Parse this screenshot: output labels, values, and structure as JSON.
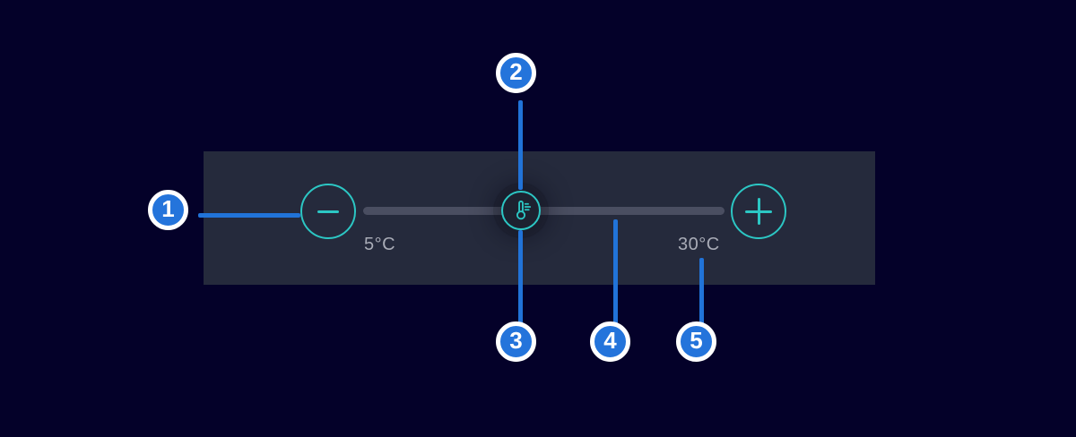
{
  "component": {
    "name": "temperature-slider",
    "min_label": "5°C",
    "max_label": "30°C"
  },
  "callouts": [
    {
      "number": "1",
      "target": "decrease-button"
    },
    {
      "number": "2",
      "target": "thermometer-handle-icon"
    },
    {
      "number": "3",
      "target": "slider-handle"
    },
    {
      "number": "4",
      "target": "slider-track"
    },
    {
      "number": "5",
      "target": "max-value-label"
    }
  ],
  "colors": {
    "background": "#040129",
    "panel": "#252a3c",
    "track": "#4a4e61",
    "accent_teal": "#2cc7c4",
    "handle_fill": "#1d2230",
    "label_gray": "#a8abb6",
    "callout_blue": "#2474db",
    "callout_line_blue": "#2173d8",
    "callout_text": "#ffffff"
  }
}
